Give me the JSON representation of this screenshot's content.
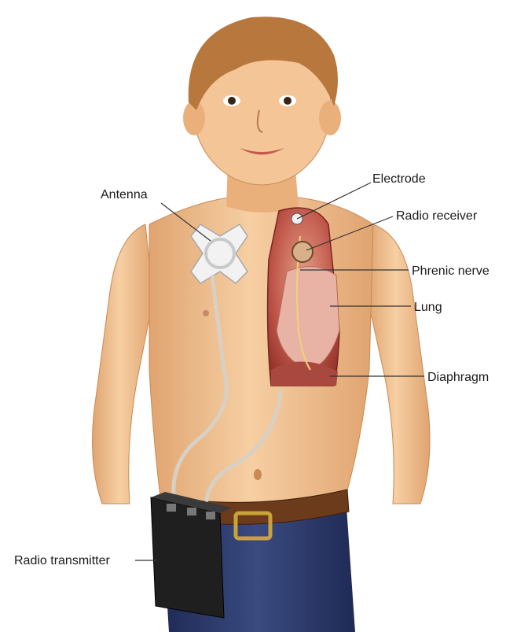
{
  "labels": {
    "antenna": "Antenna",
    "electrode": "Electrode",
    "radio_receiver": "Radio receiver",
    "phrenic_nerve": "Phrenic nerve",
    "lung": "Lung",
    "diaphragm": "Diaphragm",
    "radio_transmitter": "Radio transmitter"
  },
  "colors": {
    "skin": "#f2c08f",
    "skin_shadow": "#d99a62",
    "hair": "#b7773d",
    "chest_cavity": "#b8463b",
    "lung": "#e8b2a4",
    "pants": "#2d3a6b",
    "belt": "#6b3b1c",
    "transmitter": "#1f1f1f",
    "line": "#333333"
  }
}
